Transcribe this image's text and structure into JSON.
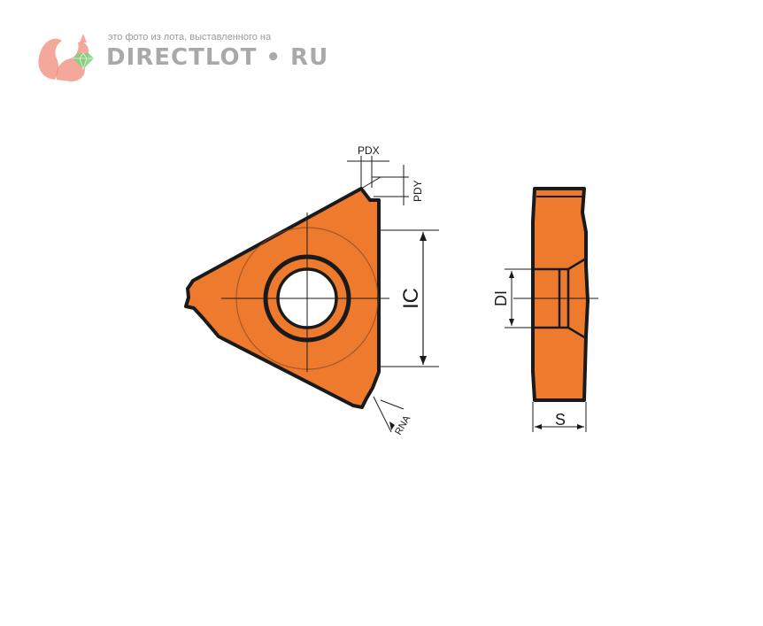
{
  "watermark": {
    "caption": "это фото из лота, выставленного на",
    "brand": "DIRECTLOT • RU"
  },
  "dimensions": {
    "pdx": "PDX",
    "pdy": "PDY",
    "ic": "IC",
    "di": "DI",
    "s": "S",
    "rna": "RNA"
  },
  "colors": {
    "insert_fill": "#ee7a2e",
    "outline": "#1a1a1a",
    "watermark_logo": "#f08a7a",
    "watermark_gem": "#7fd17a"
  },
  "icons": {
    "watermark_logo": "squirrel-icon"
  }
}
